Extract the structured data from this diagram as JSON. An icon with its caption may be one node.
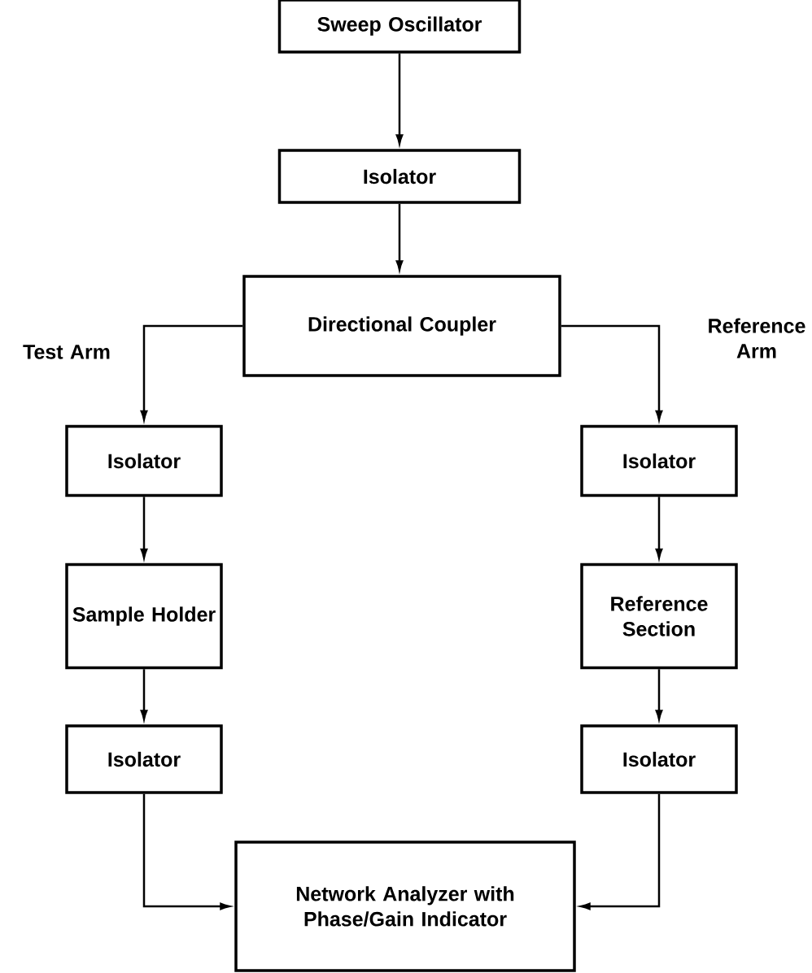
{
  "diagram": {
    "nodes": [
      {
        "text": [
          "Sweep Oscillator"
        ]
      },
      {
        "text": [
          "Isolator"
        ]
      },
      {
        "text": [
          "Directional Coupler"
        ]
      },
      {
        "text": [
          "Isolator"
        ]
      },
      {
        "text": [
          "Sample Holder"
        ]
      },
      {
        "text": [
          "Isolator"
        ]
      },
      {
        "text": [
          "Isolator"
        ]
      },
      {
        "text": [
          "Reference Section"
        ]
      },
      {
        "text": [
          "Isolator"
        ]
      },
      {
        "text": [
          "Network Analyzer with Phase/Gain Indicator"
        ]
      }
    ],
    "edges": [
      {
        "from": 0,
        "to": 1,
        "arrow": "to"
      },
      {
        "from": 1,
        "to": 2,
        "arrow": "to"
      },
      {
        "from": 2,
        "to": 3,
        "arrow": "to",
        "label": "Test Arm"
      },
      {
        "from": 3,
        "to": 4,
        "arrow": "to"
      },
      {
        "from": 4,
        "to": 5,
        "arrow": "to"
      },
      {
        "from": 5,
        "to": 9,
        "arrow": "to"
      },
      {
        "from": 2,
        "to": 6,
        "arrow": "to",
        "label": "Reference Arm"
      },
      {
        "from": 6,
        "to": 7,
        "arrow": "to"
      },
      {
        "from": 7,
        "to": 8,
        "arrow": "to"
      },
      {
        "from": 8,
        "to": 9,
        "arrow": "to"
      }
    ]
  }
}
